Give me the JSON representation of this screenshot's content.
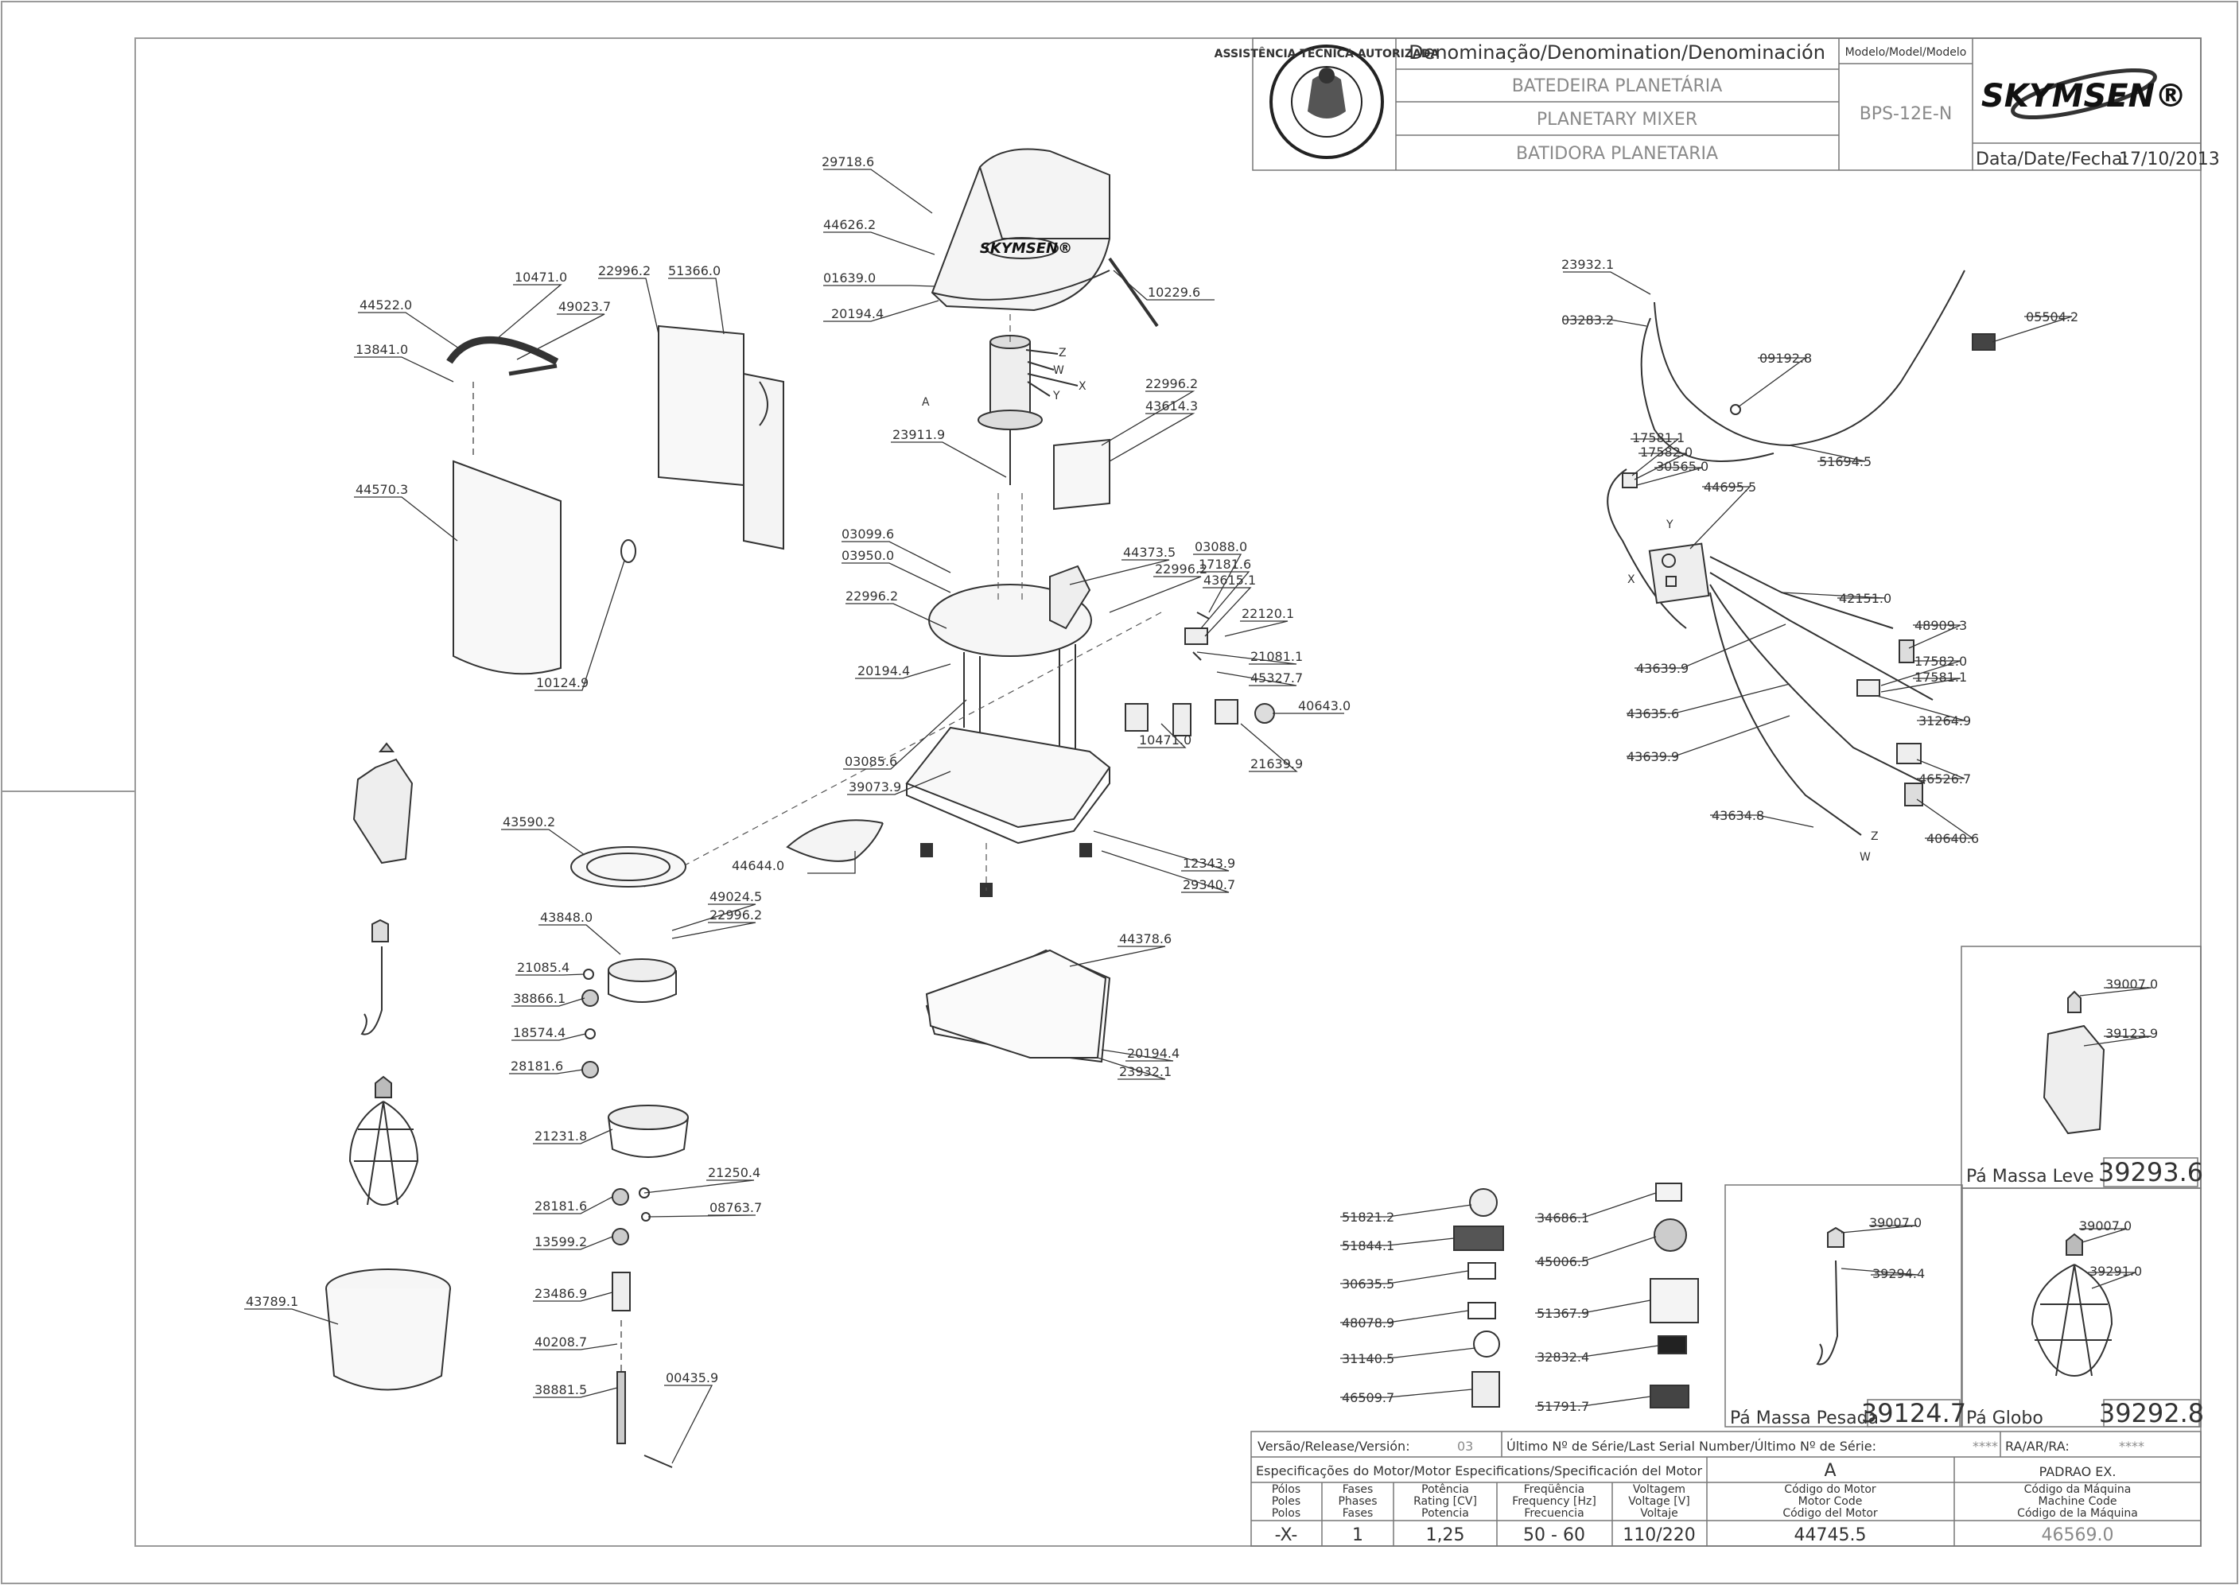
{
  "title_block": {
    "denomination_label": "Denominação/Denomination/Denominación",
    "name_pt": "BATEDEIRA PLANETÁRIA",
    "name_en": "PLANETARY MIXER",
    "name_es": "BATIDORA PLANETARIA",
    "model_label": "Modelo/Model/Modelo",
    "model_value": "BPS-12E-N",
    "date_label": "Data/Date/Fecha:",
    "date_value": "17/10/2013",
    "brand": "SKYMSEN®",
    "seal_text": "ASSISTÊNCIA TÉCNICA AUTORIZADA"
  },
  "callouts": {
    "a01": "29718.6",
    "a02": "44626.2",
    "a03": "01639.0",
    "a04": "20194.4",
    "a05": "10229.6",
    "a06": "23911.9",
    "a07": "22996.2",
    "a08": "43614.3",
    "a09": "03099.6",
    "a10": "03950.0",
    "a11": "22996.2",
    "a12": "20194.4",
    "a13": "44373.5",
    "a14": "03088.0",
    "a15": "22996.2",
    "a16": "17181.6",
    "a17": "43615.1",
    "a18": "22120.1",
    "a19": "21081.1",
    "a20": "45327.7",
    "a21": "40643.0",
    "a22": "10471.0",
    "a23": "21639.9",
    "a24": "03085.6",
    "a25": "39073.9",
    "a26": "44644.0",
    "a27": "12343.9",
    "a28": "29340.7",
    "a29": "44378.6",
    "a30": "20194.4",
    "a31": "23932.1",
    "b01": "10471.0",
    "b02": "44522.0",
    "b03": "49023.7",
    "b04": "13841.0",
    "b05": "44570.3",
    "b06": "10124.9",
    "b07": "22996.2",
    "b08": "51366.0",
    "c01": "43590.2",
    "c02": "49024.5",
    "c03": "22996.2",
    "c04": "43848.0",
    "c05": "21085.4",
    "c06": "38866.1",
    "c07": "18574.4",
    "c08": "28181.6",
    "c09": "21231.8",
    "c10": "21250.4",
    "c11": "28181.6",
    "c12": "08763.7",
    "c13": "13599.2",
    "c14": "23486.9",
    "c15": "40208.7",
    "c16": "38881.5",
    "c17": "00435.9",
    "c18": "43789.1",
    "d01": "23932.1",
    "d02": "03283.2",
    "d03": "05504.2",
    "d04": "09192.8",
    "d05": "17581.1",
    "d06": "17582.0",
    "d07": "30565.0",
    "d08": "51694.5",
    "d09": "44695.5",
    "d10": "42151.0",
    "d11": "48909.3",
    "d12": "17582.0",
    "d13": "17581.1",
    "d14": "43639.9",
    "d15": "31264.9",
    "d16": "43635.6",
    "d17": "43639.9",
    "d18": "46526.7",
    "d19": "43634.8",
    "d20": "40640.6",
    "e01": "51821.2",
    "e02": "51844.1",
    "e03": "30635.5",
    "e04": "48078.9",
    "e05": "31140.5",
    "e06": "46509.7",
    "e07": "34686.1",
    "e08": "45006.5",
    "e09": "51367.9",
    "e10": "32832.4",
    "e11": "51791.7",
    "f01": "39007.0",
    "f02": "39123.9",
    "f03": "39007.0",
    "f04": "39294.4",
    "f05": "39007.0",
    "f06": "39291.0"
  },
  "letters": {
    "z": "Z",
    "w": "W",
    "x": "X",
    "y": "Y",
    "a": "A"
  },
  "accessories": {
    "leve_label": "Pá Massa Leve",
    "leve_code": "39293.6",
    "pesada_label": "Pá Massa Pesada",
    "pesada_code": "39124.7",
    "globo_label": "Pá Globo",
    "globo_code": "39292.8"
  },
  "footer": {
    "version_label": "Versão/Release/Versión:",
    "version_value": "03",
    "serial_label": "Último Nº de Série/Last Serial Number/Último Nº de Série:",
    "serial_value": "****",
    "ra_label": "RA/AR/RA:",
    "ra_value": "****",
    "motor_spec_label": "Especificações do Motor/Motor Especifications/Specificación del Motor",
    "motor_variant": "A",
    "machine_variant": "PADRAO EX.",
    "cols": {
      "poles": [
        "Pólos",
        "Poles",
        "Polos"
      ],
      "phases": [
        "Fases",
        "Phases",
        "Fases"
      ],
      "power": [
        "Potência",
        "Rating [CV]",
        "Potencia"
      ],
      "freq": [
        "Freqüência",
        "Frequency [Hz]",
        "Frecuencia"
      ],
      "volt": [
        "Voltagem",
        "Voltage [V]",
        "Voltaje"
      ],
      "motor_code": [
        "Código do Motor",
        "Motor Code",
        "Código del Motor"
      ],
      "machine_code": [
        "Código da Máquina",
        "Machine Code",
        "Código de la Máquina"
      ]
    },
    "values": {
      "poles": "-X-",
      "phases": "1",
      "power": "1,25",
      "freq": "50 - 60",
      "volt": "110/220",
      "motor_code": "44745.5",
      "machine_code": "46569.0"
    }
  }
}
